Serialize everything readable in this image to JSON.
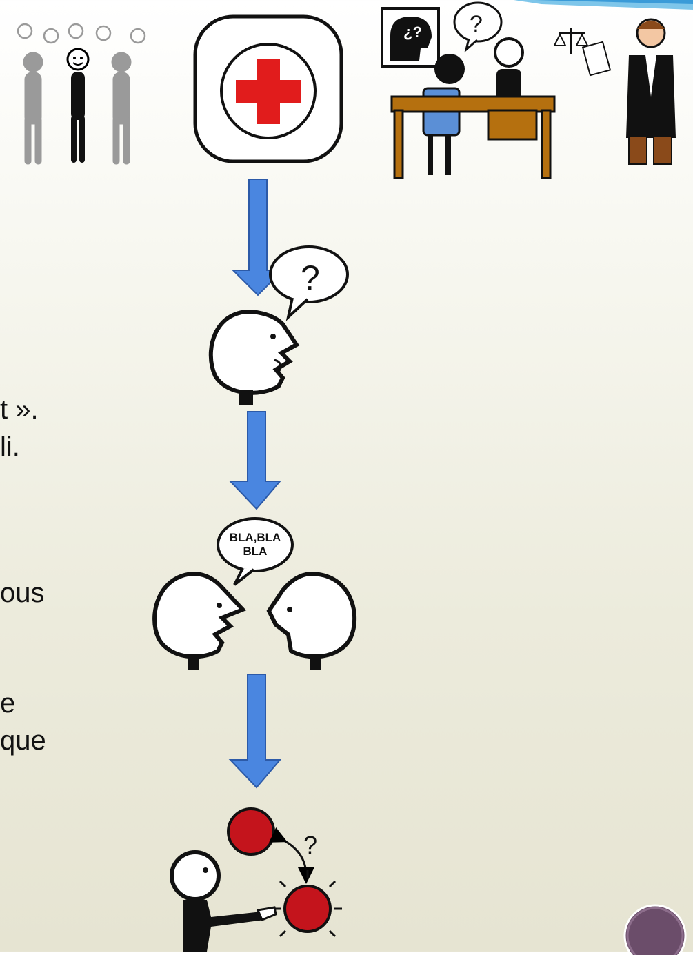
{
  "slide": {
    "text_fragments": [
      {
        "id": "frag-1",
        "text": "t »."
      },
      {
        "id": "frag-2",
        "text": "li."
      },
      {
        "id": "frag-3",
        "text": "ous"
      },
      {
        "id": "frag-4",
        "text": "e"
      },
      {
        "id": "frag-5",
        "text": "que"
      }
    ]
  },
  "pictograms": {
    "speech_bubble_text": "BLA,BLA\nBLA",
    "question_mark": "?",
    "inverted_question": "¿?",
    "icons": [
      "people-group-icon",
      "health-cross-thought-icon",
      "psychology-consultation-icon",
      "judge-icon",
      "person-asking-icon",
      "conversation-icon",
      "choose-object-icon",
      "down-arrow-icon"
    ]
  },
  "colors": {
    "arrow": "#4a86e0",
    "cross": "#e11c1c",
    "desk": "#b5700f",
    "ball": "#c4141c",
    "corner": "#6b4d6a"
  }
}
